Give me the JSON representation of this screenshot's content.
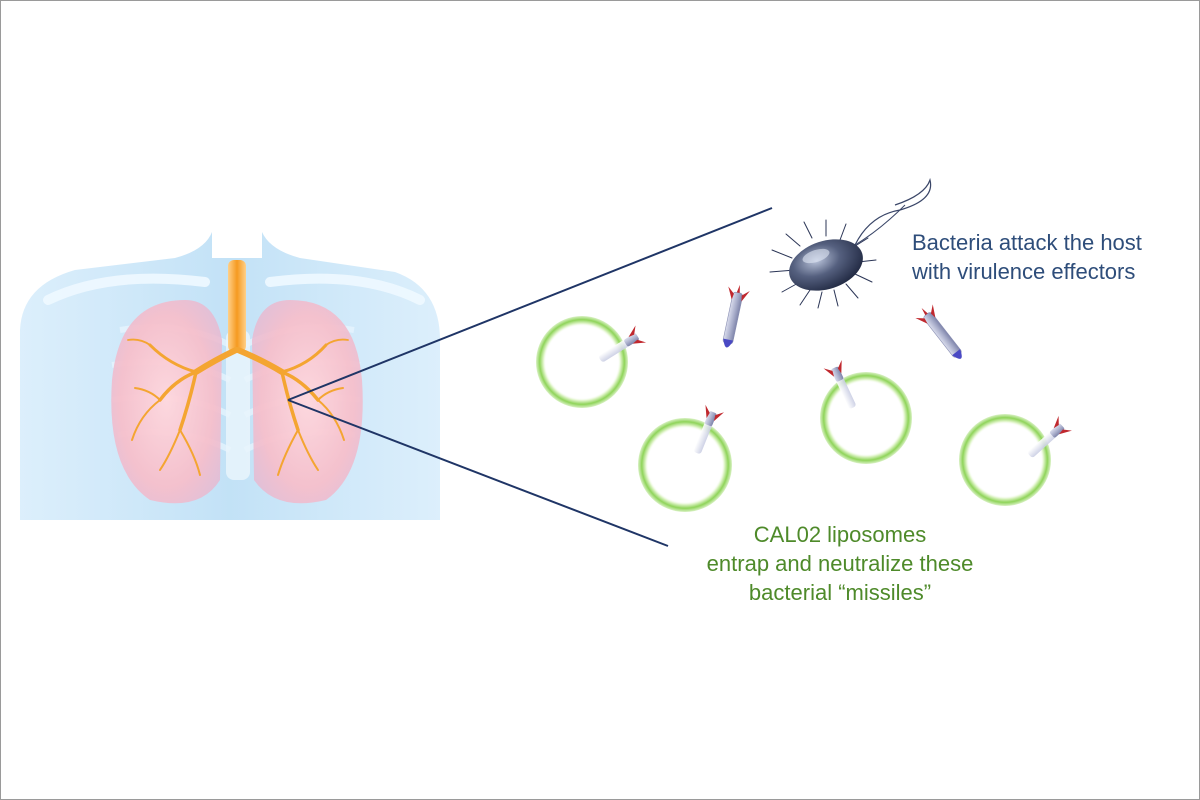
{
  "colors": {
    "bacteria_text": "#2e4d7a",
    "liposome_text": "#4e8a2a",
    "zoom_lines": "#1f3566",
    "liposome_ring": "#8fd45a",
    "bacterium_body": "#3a4668",
    "missile_body": "#b9bdd6",
    "missile_fins": "#c0282e",
    "missile_tip": "#4a49c4",
    "lungs": "#f2b6c6",
    "airway": "#f5a02a",
    "torso": "#a9d4ef"
  },
  "labels": {
    "bacteria_line1": "Bacteria attack the host",
    "bacteria_line2": "with virulence effectors",
    "liposome_line1": "CAL02 liposomes",
    "liposome_line2": "entrap and neutralize these",
    "liposome_line3": "bacterial “missiles”"
  },
  "icons": {
    "torso": "human-torso-lungs-illustration",
    "bacterium": "bacterium-icon",
    "missile": "toxin-missile-icon",
    "liposome": "liposome-ring-icon"
  }
}
